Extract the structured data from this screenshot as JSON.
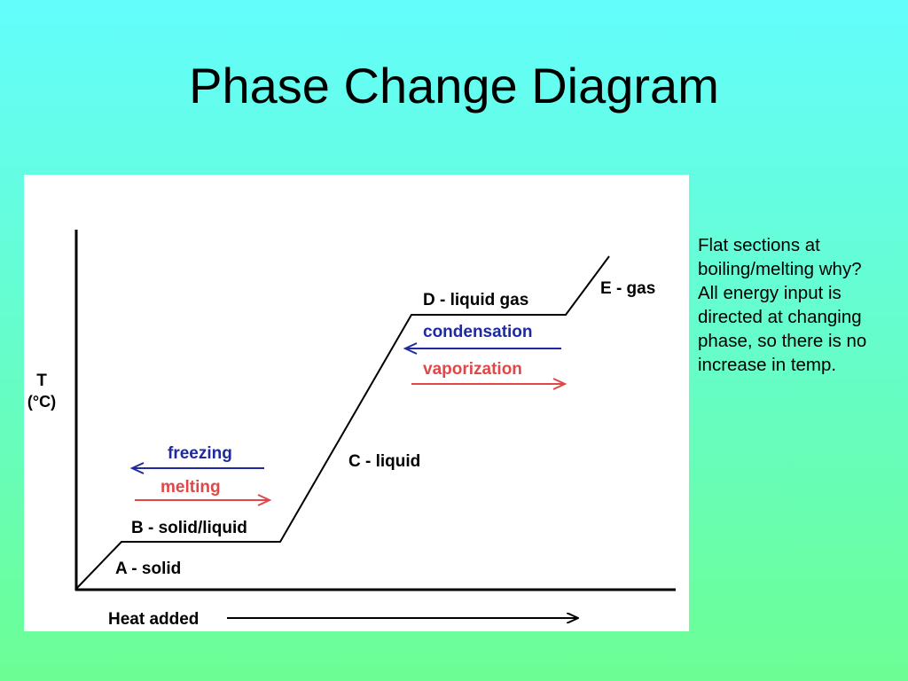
{
  "slide": {
    "title": "Phase Change Diagram"
  },
  "diagram": {
    "y_axis_label_1": "T",
    "y_axis_label_2": "(°C)",
    "x_axis_label": "Heat added",
    "segments": {
      "a": "A - solid",
      "b": "B - solid/liquid",
      "c": "C - liquid",
      "d": "D - liquid gas",
      "e": "E - gas"
    },
    "processes": {
      "freezing": "freezing",
      "melting": "melting",
      "condensation": "condensation",
      "vaporization": "vaporization"
    },
    "colors": {
      "cooling_arrow": "#1f2aa0",
      "heating_arrow": "#e04848",
      "curve": "#000000"
    }
  },
  "note": {
    "lines": [
      "Flat sections at",
      "boiling/melting why?",
      "All energy input is",
      "directed at changing",
      "phase, so there is no",
      "increase in temp."
    ]
  }
}
